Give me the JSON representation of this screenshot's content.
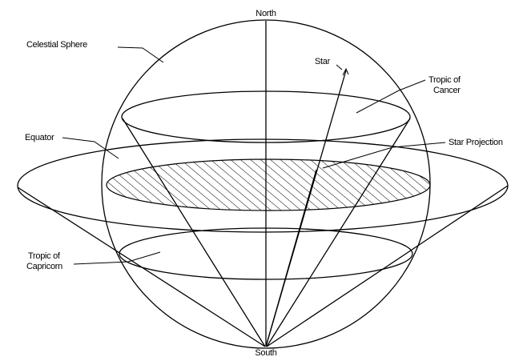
{
  "labels": {
    "north": "North",
    "south": "South",
    "celestial_sphere": "Celestial Sphere",
    "star": "Star",
    "tropic_of_cancer_line1": "Tropic of",
    "tropic_of_cancer_line2": "Cancer",
    "equator": "Equator",
    "star_projection": "Star Projection",
    "tropic_of_capricorn_line1": "Tropic of",
    "tropic_of_capricorn_line2": "Capricorn"
  }
}
